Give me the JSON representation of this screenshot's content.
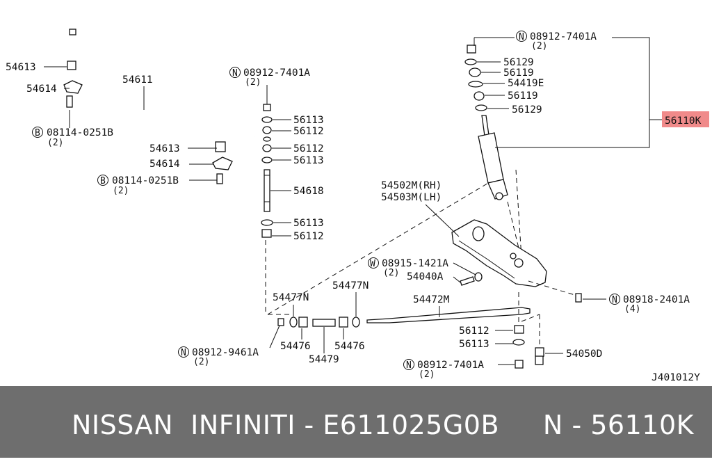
{
  "diagram": {
    "drawing_code": "J401012Y",
    "labels": {
      "stab_bushing_1": "54613",
      "stab_clamp_1": "54614",
      "stab_bar": "54611",
      "bolt_b1": "08114-0251B",
      "bolt_b1_qty": "(2)",
      "stab_bushing_2": "54613",
      "stab_clamp_2": "54614",
      "bolt_b2": "08114-0251B",
      "bolt_b2_qty": "(2)",
      "nut_link_top": "08912-7401A",
      "nut_link_top_qty": "(2)",
      "link_56113_a": "56113",
      "link_56112_a": "56112",
      "link_56112_b": "56112",
      "link_56113_b": "56113",
      "link_rod": "54618",
      "link_56113_c": "56113",
      "link_56112_c": "56112",
      "shock_nut": "08912-7401A",
      "shock_nut_qty": "(2)",
      "shock_56129_a": "56129",
      "shock_56119_a": "56119",
      "shock_54419e": "54419E",
      "shock_56119_b": "56119",
      "shock_56129_b": "56129",
      "shock_absorber": "56110K",
      "lower_arm_rh": "54502M(RH)",
      "lower_arm_lh": "54503M(LH)",
      "washer_w": "08915-1421A",
      "washer_w_qty": "(2)",
      "arm_bolt": "54040A",
      "tc_nut": "08918-2401A",
      "tc_nut_qty": "(4)",
      "tc_bushing_1": "54477N",
      "tc_bushing_2": "54477N",
      "tension_rod": "54472M",
      "tc_nut_left": "08912-9461A",
      "tc_nut_left_qty": "(2)",
      "tc_54476_a": "54476",
      "tc_54476_b": "54476",
      "tc_spacer": "54479",
      "low_56112": "56112",
      "low_56113": "56113",
      "low_bolt": "54050D",
      "low_nut": "08912-7401A",
      "low_nut_qty": "(2)",
      "circle_n": "N",
      "circle_b": "B",
      "circle_w": "W"
    },
    "highlight_color": "#f08a8a"
  },
  "footer": {
    "title": "NISSAN  INFINITI - E611025G0B     N - 56110K",
    "background": "#6e6e6e"
  }
}
